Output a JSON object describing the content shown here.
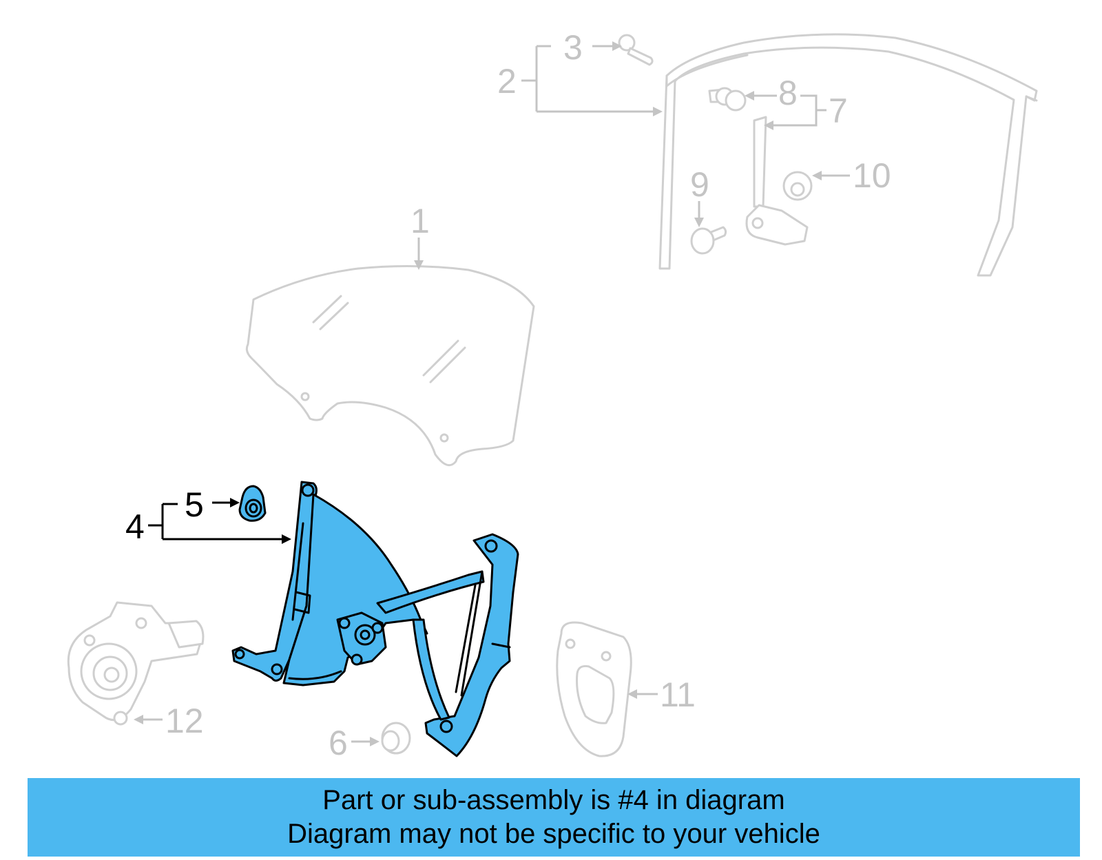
{
  "diagram": {
    "callouts": [
      {
        "id": "1",
        "label": "1",
        "state": "inactive"
      },
      {
        "id": "2",
        "label": "2",
        "state": "inactive"
      },
      {
        "id": "3",
        "label": "3",
        "state": "inactive"
      },
      {
        "id": "4",
        "label": "4",
        "state": "active"
      },
      {
        "id": "5",
        "label": "5",
        "state": "active"
      },
      {
        "id": "6",
        "label": "6",
        "state": "inactive"
      },
      {
        "id": "7",
        "label": "7",
        "state": "inactive"
      },
      {
        "id": "8",
        "label": "8",
        "state": "inactive"
      },
      {
        "id": "9",
        "label": "9",
        "state": "inactive"
      },
      {
        "id": "10",
        "label": "10",
        "state": "inactive"
      },
      {
        "id": "11",
        "label": "11",
        "state": "inactive"
      },
      {
        "id": "12",
        "label": "12",
        "state": "inactive"
      }
    ],
    "highlighted_part": "4",
    "colors": {
      "highlight": "#4cb8f0",
      "inactive": "#c4c4c4",
      "active": "#000000"
    }
  },
  "banner": {
    "line1": "Part or sub-assembly is #4 in diagram",
    "line2": "Diagram may not be specific to your vehicle"
  }
}
